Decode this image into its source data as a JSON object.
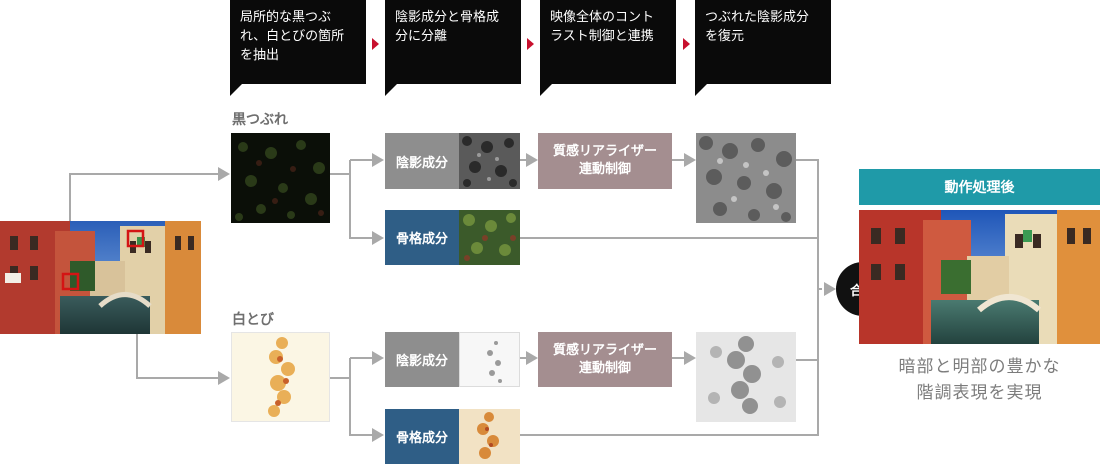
{
  "steps": [
    {
      "text": "局所的な黒つぶ\nれ、白とびの箇所\nを抽出"
    },
    {
      "text": "陰影成分と骨格成\n分に分離"
    },
    {
      "text": "映像全体のコント\nラスト制御と連携"
    },
    {
      "text": "つぶれた陰影成分\nを復元"
    }
  ],
  "branches": {
    "dark": {
      "label": "黒つぶれ",
      "shade": "陰影成分",
      "skeleton": "骨格成分",
      "controller": "質感リアライザー\n連動制御"
    },
    "bright": {
      "label": "白とび",
      "shade": "陰影成分",
      "skeleton": "骨格成分",
      "controller": "質感リアライザー\n連動制御"
    }
  },
  "combine": {
    "label": "合成"
  },
  "result": {
    "header": "動作処理後",
    "caption": "暗部と明部の豊かな\n階調表現を実現"
  },
  "colors": {
    "accent_chevron": "#c8102e",
    "teal": "#1f9aa8",
    "blue": "#2f5e86",
    "gray": "#8e8e8e",
    "mauve": "#a48e90"
  }
}
